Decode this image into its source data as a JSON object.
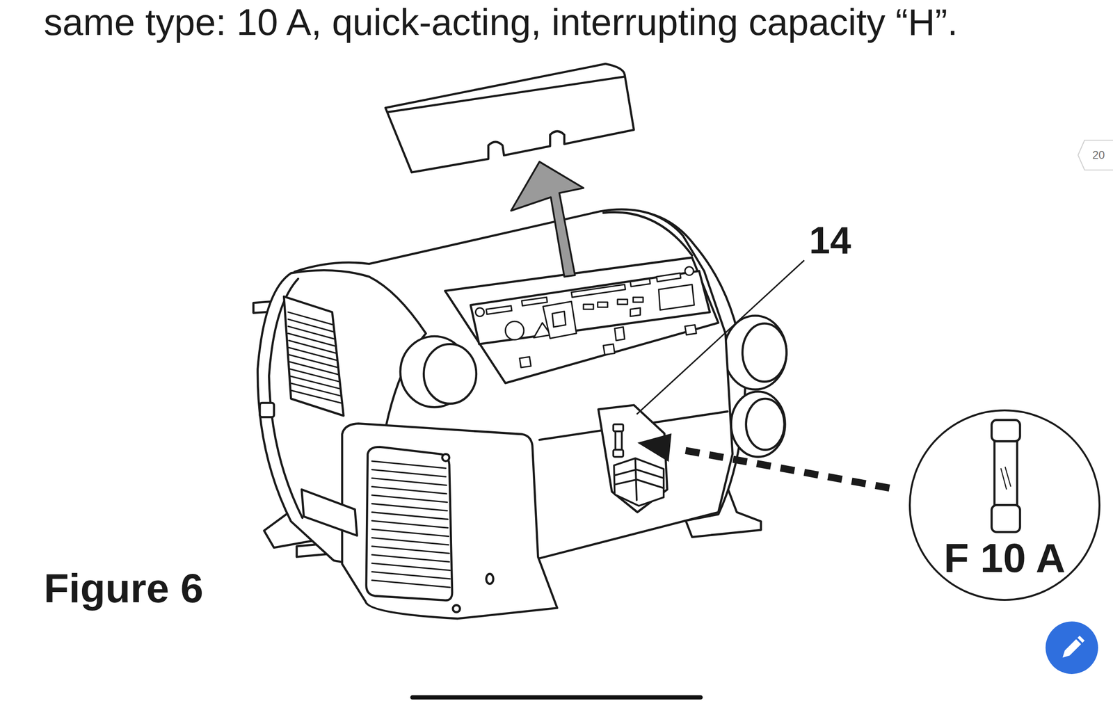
{
  "diagram": {
    "caption": "Figure 6",
    "nodes": [
      {
        "text": [
          "F 10 A"
        ]
      },
      {
        "text": [
          "20"
        ]
      }
    ],
    "labels": [
      "same type: 10 A, quick-acting, interrupting capacity “H”.",
      "14"
    ]
  }
}
